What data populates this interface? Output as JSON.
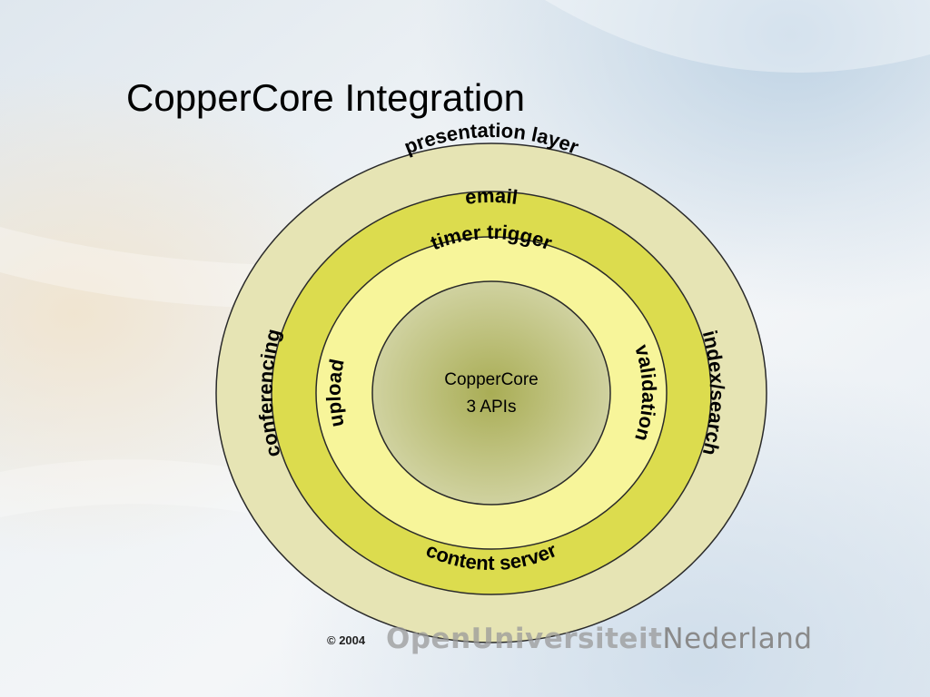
{
  "slide": {
    "title": "CopperCore Integration",
    "copyright": "© 2004",
    "logo": {
      "part1": "OpenUniversiteit",
      "part2": "Nederland"
    }
  },
  "diagram": {
    "colors": {
      "outer_ring": "#e6e4b4",
      "second_ring": "#dcdc4e",
      "third_ring": "#f7f59a",
      "core_center": "#a9ad55",
      "core_edge": "#d0d2a0",
      "outline": "#2a2a2a"
    },
    "core": {
      "line1": "CopperCore",
      "line2": "3 APIs"
    },
    "rings": [
      {
        "name": "outer",
        "labels": [
          "presentation layer",
          "conferencing",
          "index/search"
        ]
      },
      {
        "name": "second",
        "labels": [
          "email",
          "content server"
        ]
      },
      {
        "name": "third",
        "labels": [
          "timer trigger",
          "upload",
          "validation"
        ]
      }
    ]
  }
}
